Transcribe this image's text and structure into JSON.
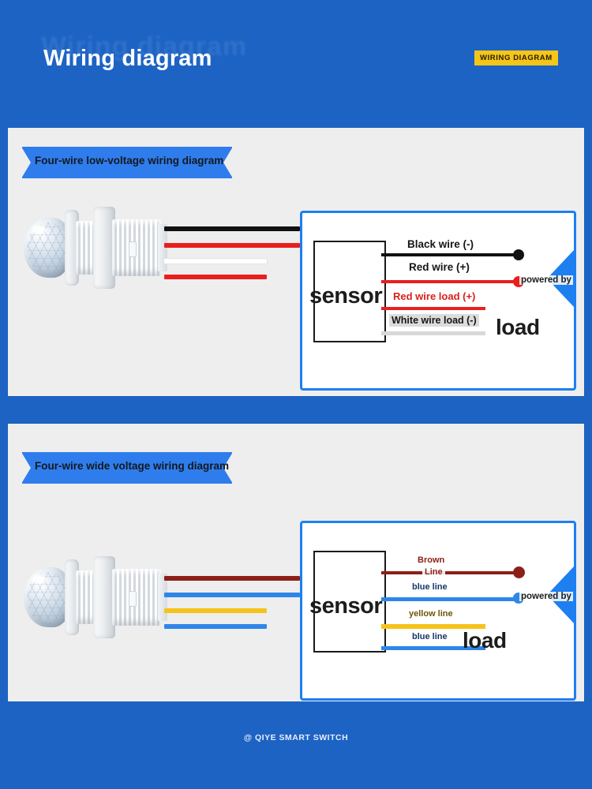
{
  "header": {
    "watermark": "Wiring diagram",
    "title": "Wiring diagram",
    "badge": "WIRING DIAGRAM"
  },
  "colors": {
    "page_background": "#1d63c4",
    "panel_background": "#eeeeee",
    "tag_blue": "#2f7ded",
    "diagram_border": "#1d7ff0",
    "badge_yellow": "#f5c518",
    "wire_black": "#111111",
    "wire_red": "#e8201c",
    "wire_white": "#ffffff",
    "wire_brown": "#8c2018",
    "wire_blue": "#2f86e8",
    "wire_yellow": "#f6c31a"
  },
  "sections": [
    {
      "tag_label": "Four-wire low-voltage wiring diagram",
      "device_wires": [
        "black",
        "red",
        "white",
        "red"
      ],
      "diagram": {
        "sensor_label": "sensor",
        "load_label": "load",
        "powered_label": "powered by",
        "wires": [
          {
            "label": "Black wire (-)",
            "color": "#111111",
            "label_color": "#161616",
            "terminal": "source"
          },
          {
            "label": "Red wire (+)",
            "color": "#e8201c",
            "label_color": "#161616",
            "terminal": "source"
          },
          {
            "label": "Red wire load (+)",
            "color": "#e8201c",
            "label_color": "#d91f1b",
            "terminal": "load"
          },
          {
            "label": "White wire load (-)",
            "color": "#d8d8d8",
            "label_color": "#161616",
            "terminal": "load"
          }
        ]
      }
    },
    {
      "tag_label": "Four-wire wide voltage wiring diagram",
      "device_wires": [
        "brown",
        "blue",
        "yellow",
        "blue"
      ],
      "diagram": {
        "sensor_label": "sensor",
        "load_label": "load",
        "powered_label": "powered by",
        "wires": [
          {
            "label": "Brown",
            "label2": "Line",
            "color": "#8c2018",
            "label_color": "#8c2018",
            "terminal": "source"
          },
          {
            "label": "blue line",
            "color": "#2f86e8",
            "label_color": "#14386b",
            "terminal": "source"
          },
          {
            "label": "yellow line",
            "color": "#f6c31a",
            "label_color": "#6b5608",
            "terminal": "load"
          },
          {
            "label": "blue line",
            "color": "#2f86e8",
            "label_color": "#14386b",
            "terminal": "load"
          }
        ]
      }
    }
  ],
  "footer": {
    "text": "@ QIYE SMART SWITCH"
  }
}
